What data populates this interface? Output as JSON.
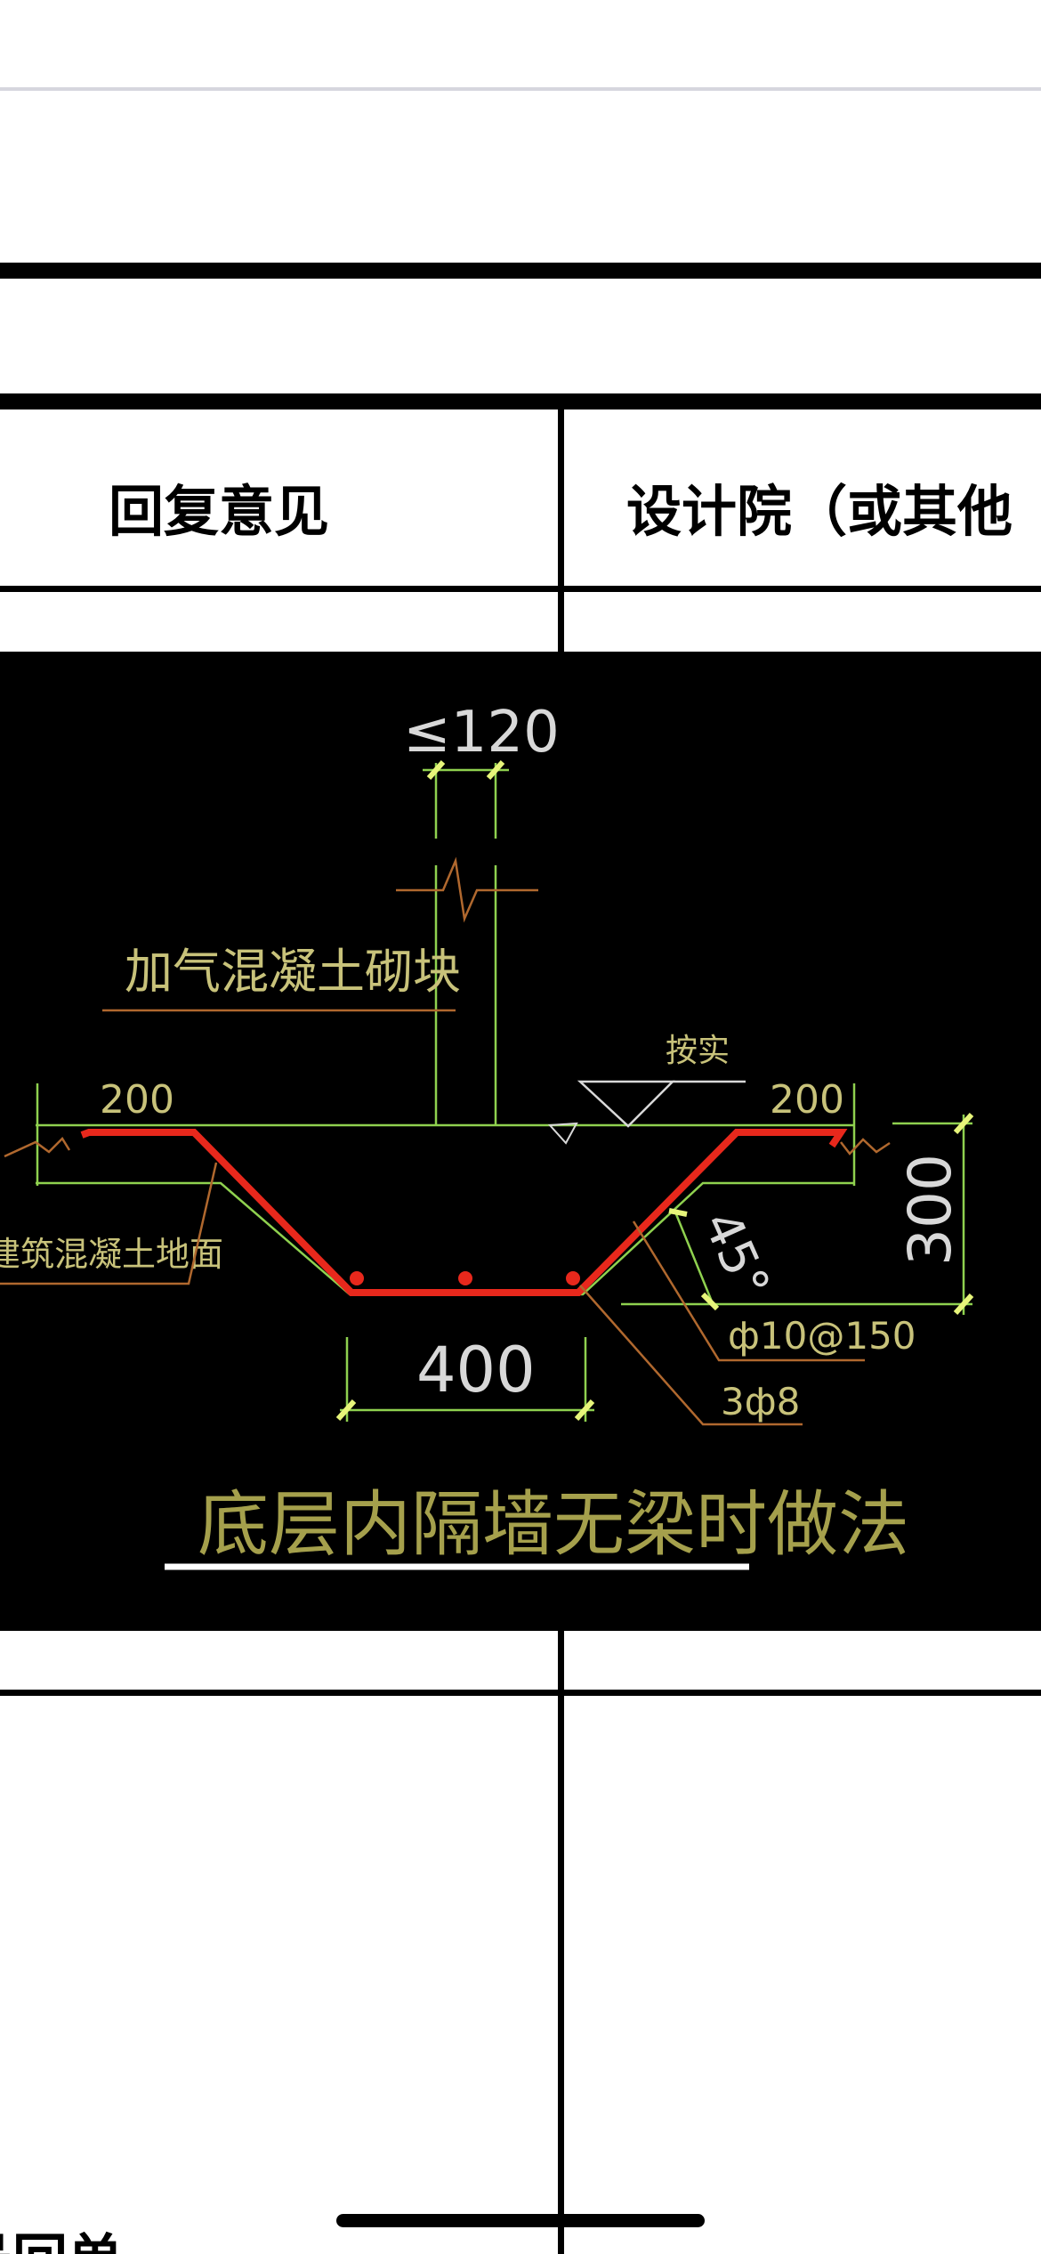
{
  "table": {
    "header_reply": "回复意见",
    "header_design": "设计院（或其他"
  },
  "drawing": {
    "dim_wall": "≤120",
    "label_block": "加气混凝土砌块",
    "label_tamp": "按实",
    "dim_left": "200",
    "dim_right": "200",
    "dim_height": "300",
    "dim_angle": "45°",
    "label_floor": "建筑混凝土地面",
    "dim_bottom": "400",
    "label_stirrup": "ф10@150",
    "label_bars": "3ф8",
    "title": "底层内隔墙无梁时做法",
    "colors": {
      "background": "#000000",
      "rebar": "#e8281c",
      "dimension": "#8fd14f",
      "text": "#c8c27a",
      "leader": "#b0682e",
      "title_underline": "#ffffff"
    }
  },
  "footer": {
    "partial_text": "号回单"
  }
}
